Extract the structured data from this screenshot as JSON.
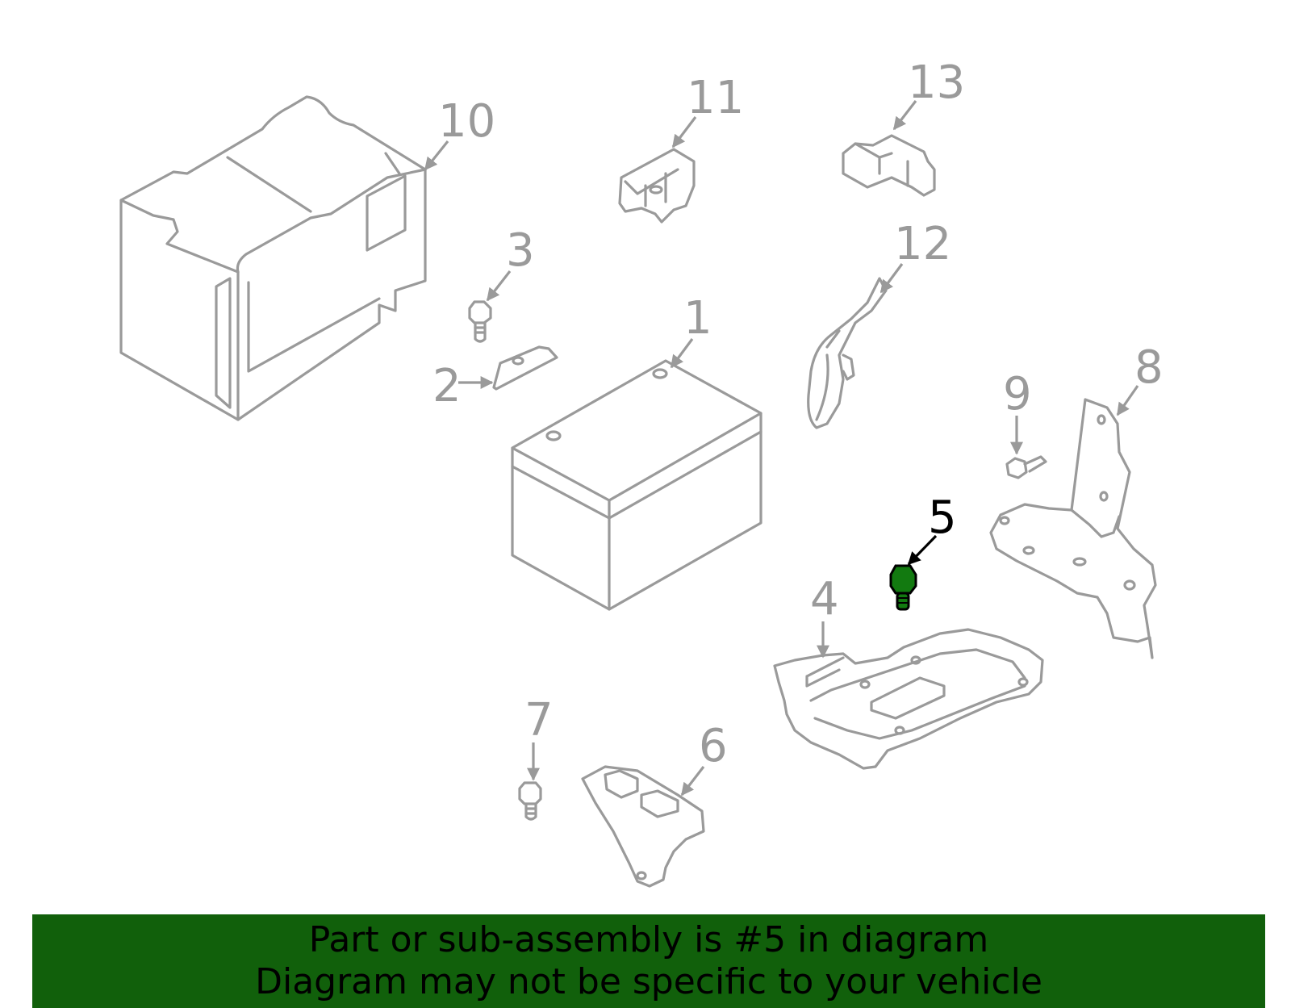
{
  "diagram": {
    "callouts": [
      "1",
      "2",
      "3",
      "4",
      "5",
      "6",
      "7",
      "8",
      "9",
      "10",
      "11",
      "12",
      "13"
    ],
    "highlighted_part": "5",
    "colors": {
      "part_line": "#9a9a9a",
      "highlight_fill": "#127a10",
      "highlight_label": "#000000",
      "banner_bg": "#11600b",
      "banner_text": "#000000"
    }
  },
  "banner": {
    "line1": "Part or sub-assembly is #5 in diagram",
    "line2": "Diagram may not be specific to your vehicle"
  }
}
